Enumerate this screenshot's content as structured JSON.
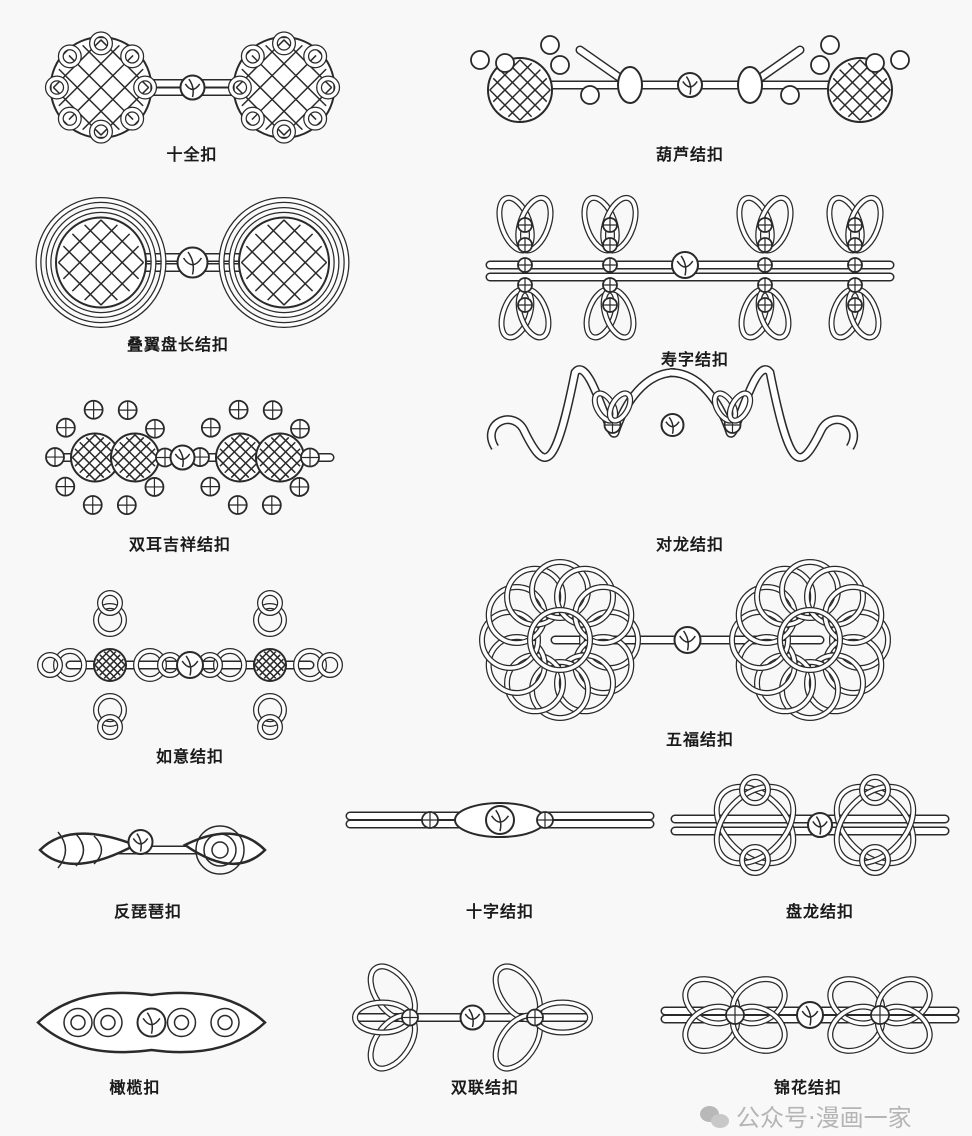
{
  "title": "Chinese knot button (盘扣) styles",
  "items": [
    {
      "label": "十全扣"
    },
    {
      "label": "葫芦结扣"
    },
    {
      "label": "叠翼盘长结扣"
    },
    {
      "label": "寿字结扣"
    },
    {
      "label": "双耳吉祥结扣"
    },
    {
      "label": "对龙结扣"
    },
    {
      "label": "如意结扣"
    },
    {
      "label": "五福结扣"
    },
    {
      "label": "反琵琶扣"
    },
    {
      "label": "十字结扣"
    },
    {
      "label": "盘龙结扣"
    },
    {
      "label": "橄榄扣"
    },
    {
      "label": "双联结扣"
    },
    {
      "label": "锦花结扣"
    }
  ],
  "watermark": {
    "text": "公众号·漫画一家",
    "icon": "wechat-icon"
  },
  "colors": {
    "line": "#2a2a2a",
    "cord_fill": "#ffffff",
    "background": "#f7f8f7"
  }
}
